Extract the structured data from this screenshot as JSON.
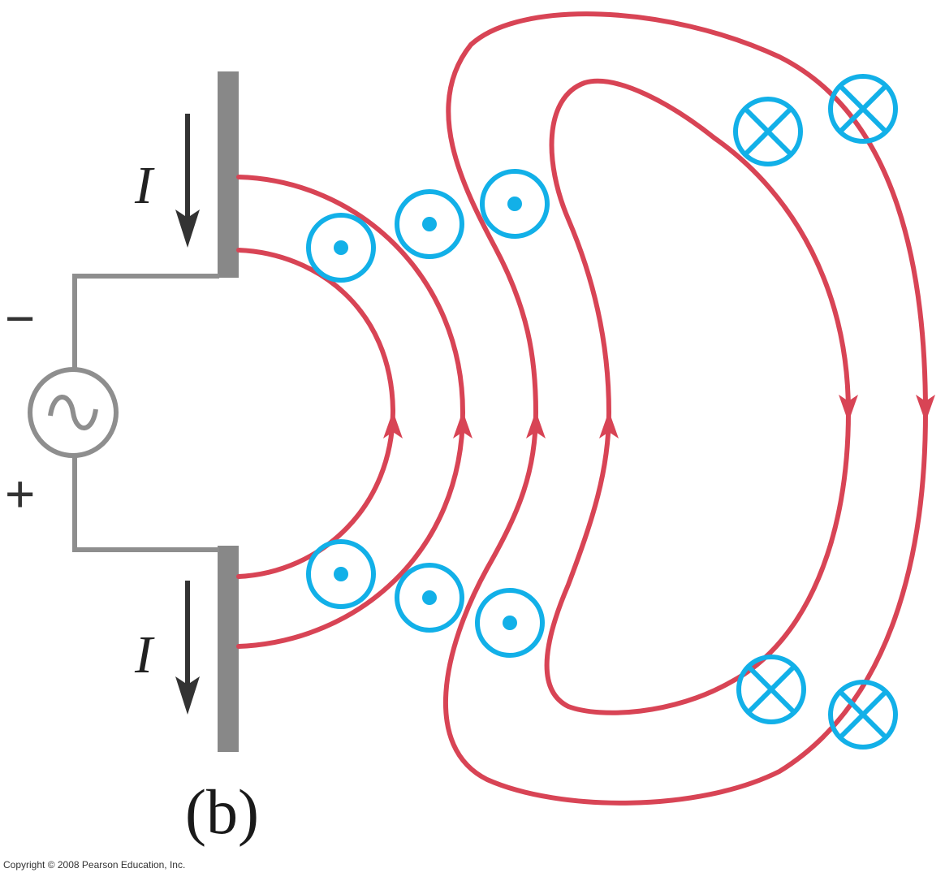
{
  "labels": {
    "current_top": "I",
    "current_bottom": "I",
    "minus_sign": "−",
    "plus_sign": "+",
    "caption": "(b)",
    "copyright": "Copyright © 2008 Pearson Education, Inc."
  },
  "colors": {
    "electric_field": "#d84455",
    "magnetic_field": "#12b0e8",
    "antenna": "#888888",
    "circuit_wire": "#8e8e8e",
    "current_arrow": "#333333"
  },
  "magnetic_symbols": [
    {
      "type": "out-of-page"
    },
    {
      "type": "out-of-page"
    },
    {
      "type": "out-of-page"
    },
    {
      "type": "out-of-page"
    },
    {
      "type": "out-of-page"
    },
    {
      "type": "out-of-page"
    },
    {
      "type": "into-page"
    },
    {
      "type": "into-page"
    },
    {
      "type": "into-page"
    },
    {
      "type": "into-page"
    }
  ]
}
